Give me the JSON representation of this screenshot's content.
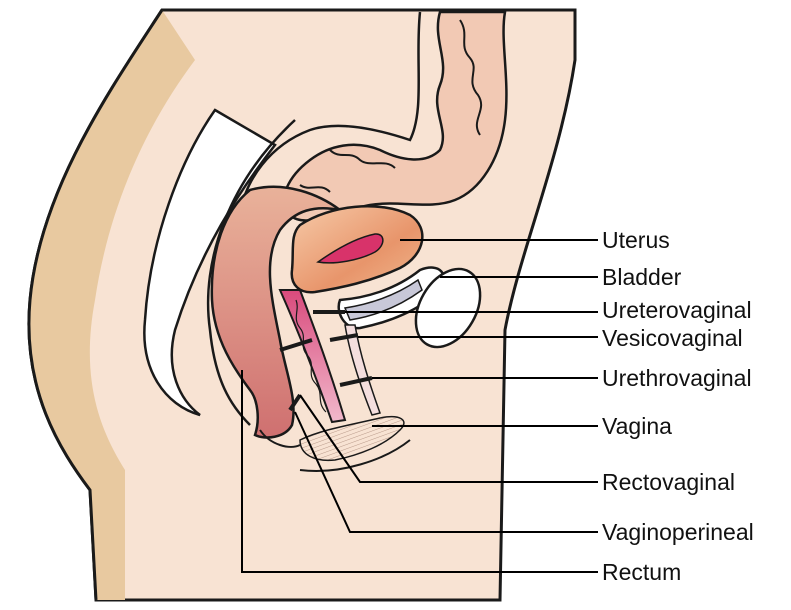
{
  "labels": {
    "uterus": "Uterus",
    "bladder": "Bladder",
    "ureterovaginal": "Ureterovaginal",
    "vesicovaginal": "Vesicovaginal",
    "urethrovaginal": "Urethrovaginal",
    "vagina": "Vagina",
    "rectovaginal": "Rectovaginal",
    "vaginoperineal": "Vaginoperineal",
    "rectum": "Rectum"
  },
  "colors": {
    "skin": "#f8e3d3",
    "skin_shadow": "#e8c9a0",
    "intestine": "#f2c9b4",
    "rectum": "#d07c78",
    "uterus": "#e8956b",
    "uterine_cavity": "#d8336a",
    "vagina": "#e690a8",
    "bladder": "#c8c8d8",
    "outline": "#1a1a1a",
    "leader": "#000000"
  }
}
